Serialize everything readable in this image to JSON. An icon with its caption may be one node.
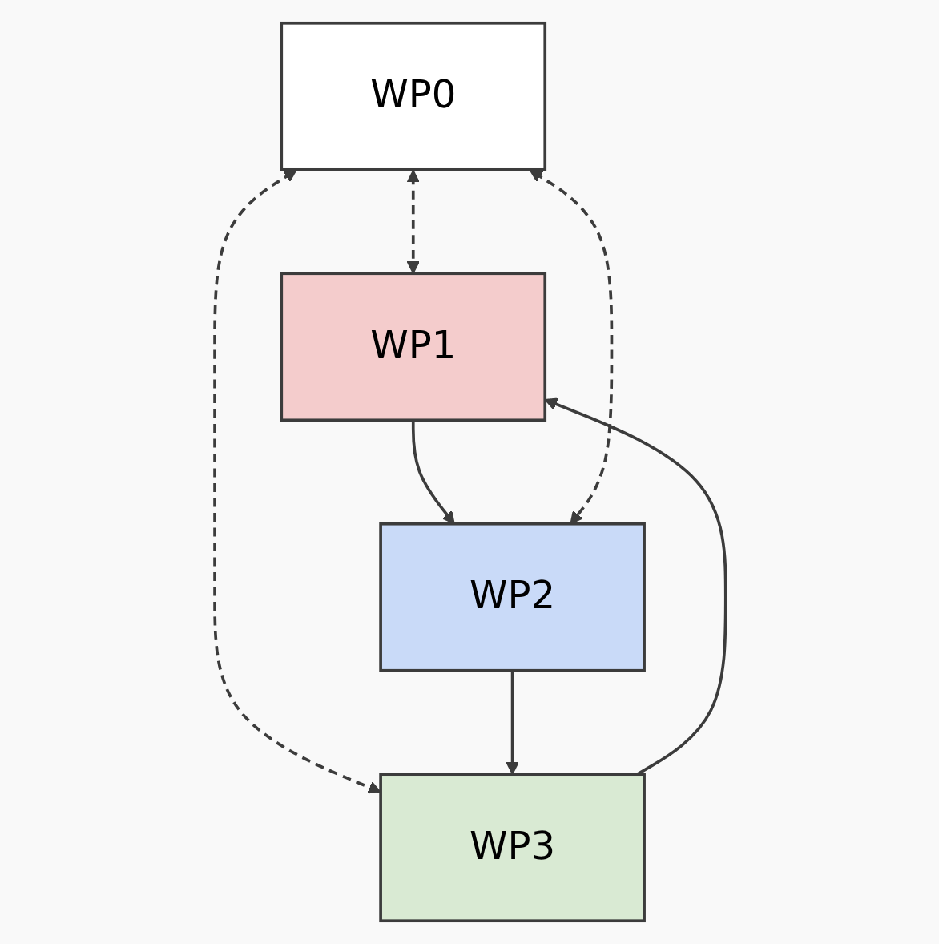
{
  "diagram": {
    "nodes": [
      {
        "text": [
          "WP1"
        ]
      },
      {
        "text": [
          "WP0"
        ]
      },
      {
        "text": [
          "WP3"
        ]
      },
      {
        "text": [
          "WP2"
        ]
      }
    ],
    "edges": [
      {
        "from": 1,
        "to": 0,
        "arrow": "both",
        "style": "dashed"
      },
      {
        "from": 0,
        "to": 3,
        "arrow": "to"
      },
      {
        "from": 1,
        "to": 2,
        "arrow": "both",
        "style": "dashed"
      },
      {
        "from": 1,
        "to": 3,
        "arrow": "both",
        "style": "dashed"
      },
      {
        "from": 3,
        "to": 2,
        "arrow": "to"
      },
      {
        "from": 2,
        "to": 0,
        "arrow": "to"
      }
    ]
  }
}
